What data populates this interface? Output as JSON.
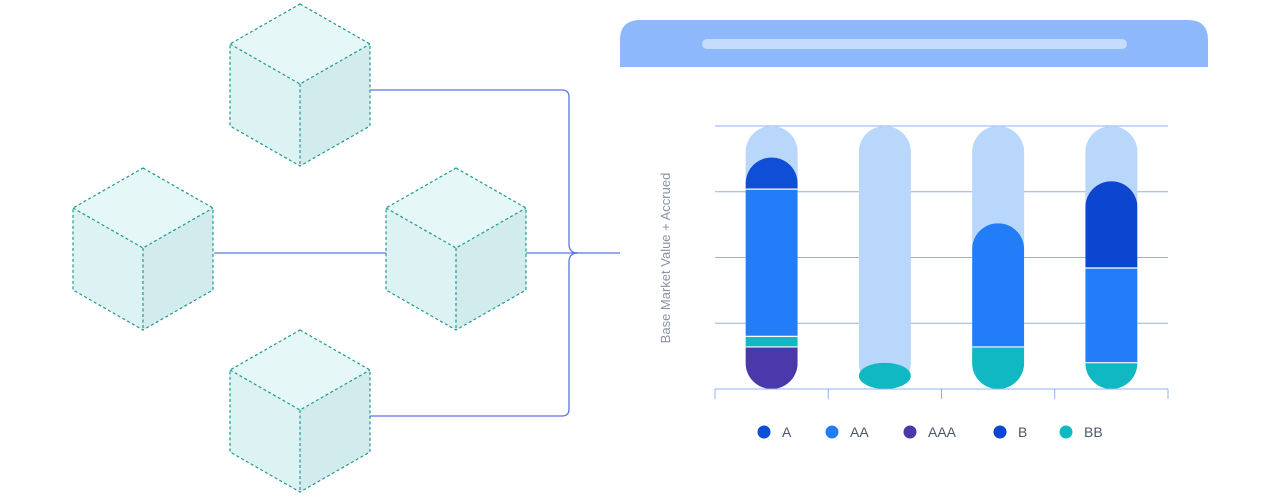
{
  "window": {
    "titlebar_color": "#8db8fb",
    "titlebar_pill_color": "#c6dcfc"
  },
  "colors": {
    "track": "#b9d7fb",
    "cube_edge": "#1f9a8f",
    "connector": "#5b74e8"
  },
  "chart_data": {
    "type": "bar",
    "stacked": true,
    "ylabel": "Base Market Value + Accrued",
    "xlabel": "",
    "ylim": [
      0,
      100
    ],
    "grid": true,
    "legend_position": "bottom",
    "categories": [
      "",
      "",
      "",
      ""
    ],
    "series": [
      {
        "name": "AAA",
        "color": "#4b39ab",
        "values": [
          16,
          0,
          0,
          0
        ]
      },
      {
        "name": "BB",
        "color": "#10b8c3",
        "values": [
          4,
          10,
          16,
          10
        ]
      },
      {
        "name": "AA",
        "color": "#247df8",
        "values": [
          56,
          0,
          47,
          36
        ]
      },
      {
        "name": "A",
        "color": "#0f4ed6",
        "values": [
          12,
          0,
          0,
          0
        ]
      },
      {
        "name": "B",
        "color": "#0b45d0",
        "values": [
          0,
          0,
          0,
          33
        ]
      }
    ],
    "legend": [
      {
        "name": "A",
        "color": "#0f4ed6"
      },
      {
        "name": "AA",
        "color": "#247df8"
      },
      {
        "name": "AAA",
        "color": "#4b39ab"
      },
      {
        "name": "B",
        "color": "#0b45d0"
      },
      {
        "name": "BB",
        "color": "#10b8c3"
      }
    ]
  }
}
